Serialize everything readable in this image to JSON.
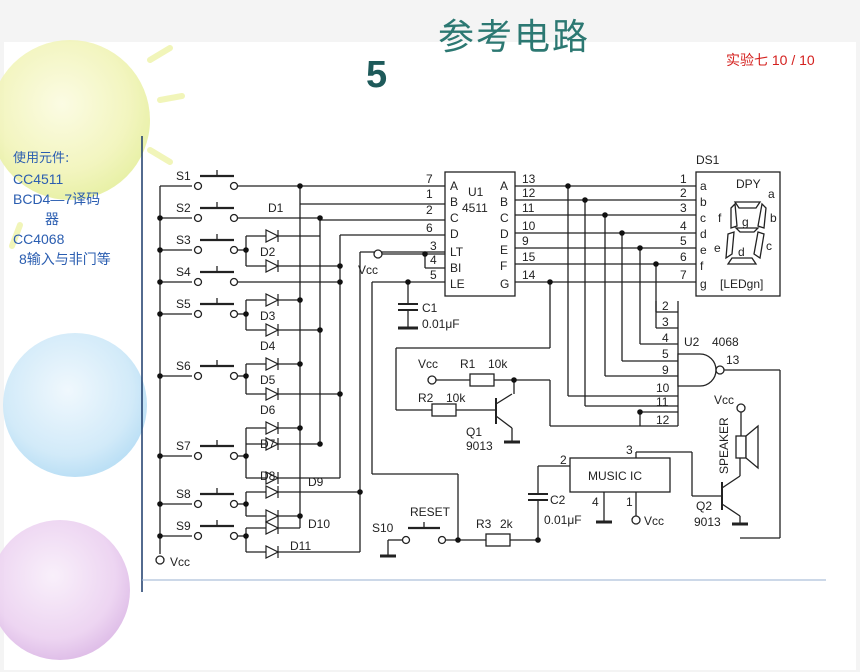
{
  "header": {
    "title": "参考电路",
    "page_indicator": "实验七  10 / 10",
    "slide_number": "5"
  },
  "parts_list": {
    "heading": "使用元件:",
    "line1": "CC4511",
    "line2a": "BCD4—7译码",
    "line2b": "器",
    "line3": "CC4068",
    "line4": "8输入与非门等"
  },
  "schematic": {
    "switches": [
      "S1",
      "S2",
      "S3",
      "S4",
      "S5",
      "S6",
      "S7",
      "S8",
      "S9"
    ],
    "diodes": [
      "D1",
      "D2",
      "D3",
      "D4",
      "D5",
      "D6",
      "D7",
      "D8",
      "D9",
      "D10",
      "D11"
    ],
    "u1": {
      "name": "U1",
      "part": "4511",
      "inputs": [
        "A",
        "B",
        "C",
        "D",
        "LT",
        "BI",
        "LE"
      ],
      "input_pins": [
        "7",
        "1",
        "2",
        "6",
        "3",
        "4",
        "5"
      ],
      "outputs": [
        "A",
        "B",
        "C",
        "D",
        "E",
        "F",
        "G"
      ],
      "output_pins": [
        "13",
        "12",
        "11",
        "10",
        "9",
        "15",
        "14"
      ]
    },
    "ds1": {
      "name": "DS1",
      "label": "DPY",
      "pins": [
        "1",
        "2",
        "3",
        "4",
        "5",
        "6",
        "7"
      ],
      "segments": [
        "a",
        "b",
        "c",
        "d",
        "e",
        "f",
        "g"
      ],
      "seg_letters": [
        "a",
        "f",
        "b",
        "g",
        "e",
        "c",
        "d"
      ],
      "part": "[LEDgn]"
    },
    "u2": {
      "name": "U2",
      "part": "4068",
      "pins": [
        "2",
        "3",
        "4",
        "5",
        "9",
        "10",
        "11",
        "12"
      ],
      "out_pin": "13"
    },
    "c1": {
      "name": "C1",
      "value": "0.01μF"
    },
    "c2": {
      "name": "C2",
      "value": "0.01μF"
    },
    "r1": {
      "name": "R1",
      "value": "10k"
    },
    "r2": {
      "name": "R2",
      "value": "10k"
    },
    "r3": {
      "name": "R3",
      "value": "2k"
    },
    "q1": {
      "name": "Q1",
      "part": "9013"
    },
    "q2": {
      "name": "Q2",
      "part": "9013"
    },
    "music": {
      "label": "MUSIC  IC",
      "pin2": "2",
      "pin3": "3",
      "pin4": "4",
      "pin1": "1"
    },
    "speaker": "SPEAKER",
    "reset": {
      "name": "S10",
      "label": "RESET"
    },
    "vcc": "Vcc"
  }
}
